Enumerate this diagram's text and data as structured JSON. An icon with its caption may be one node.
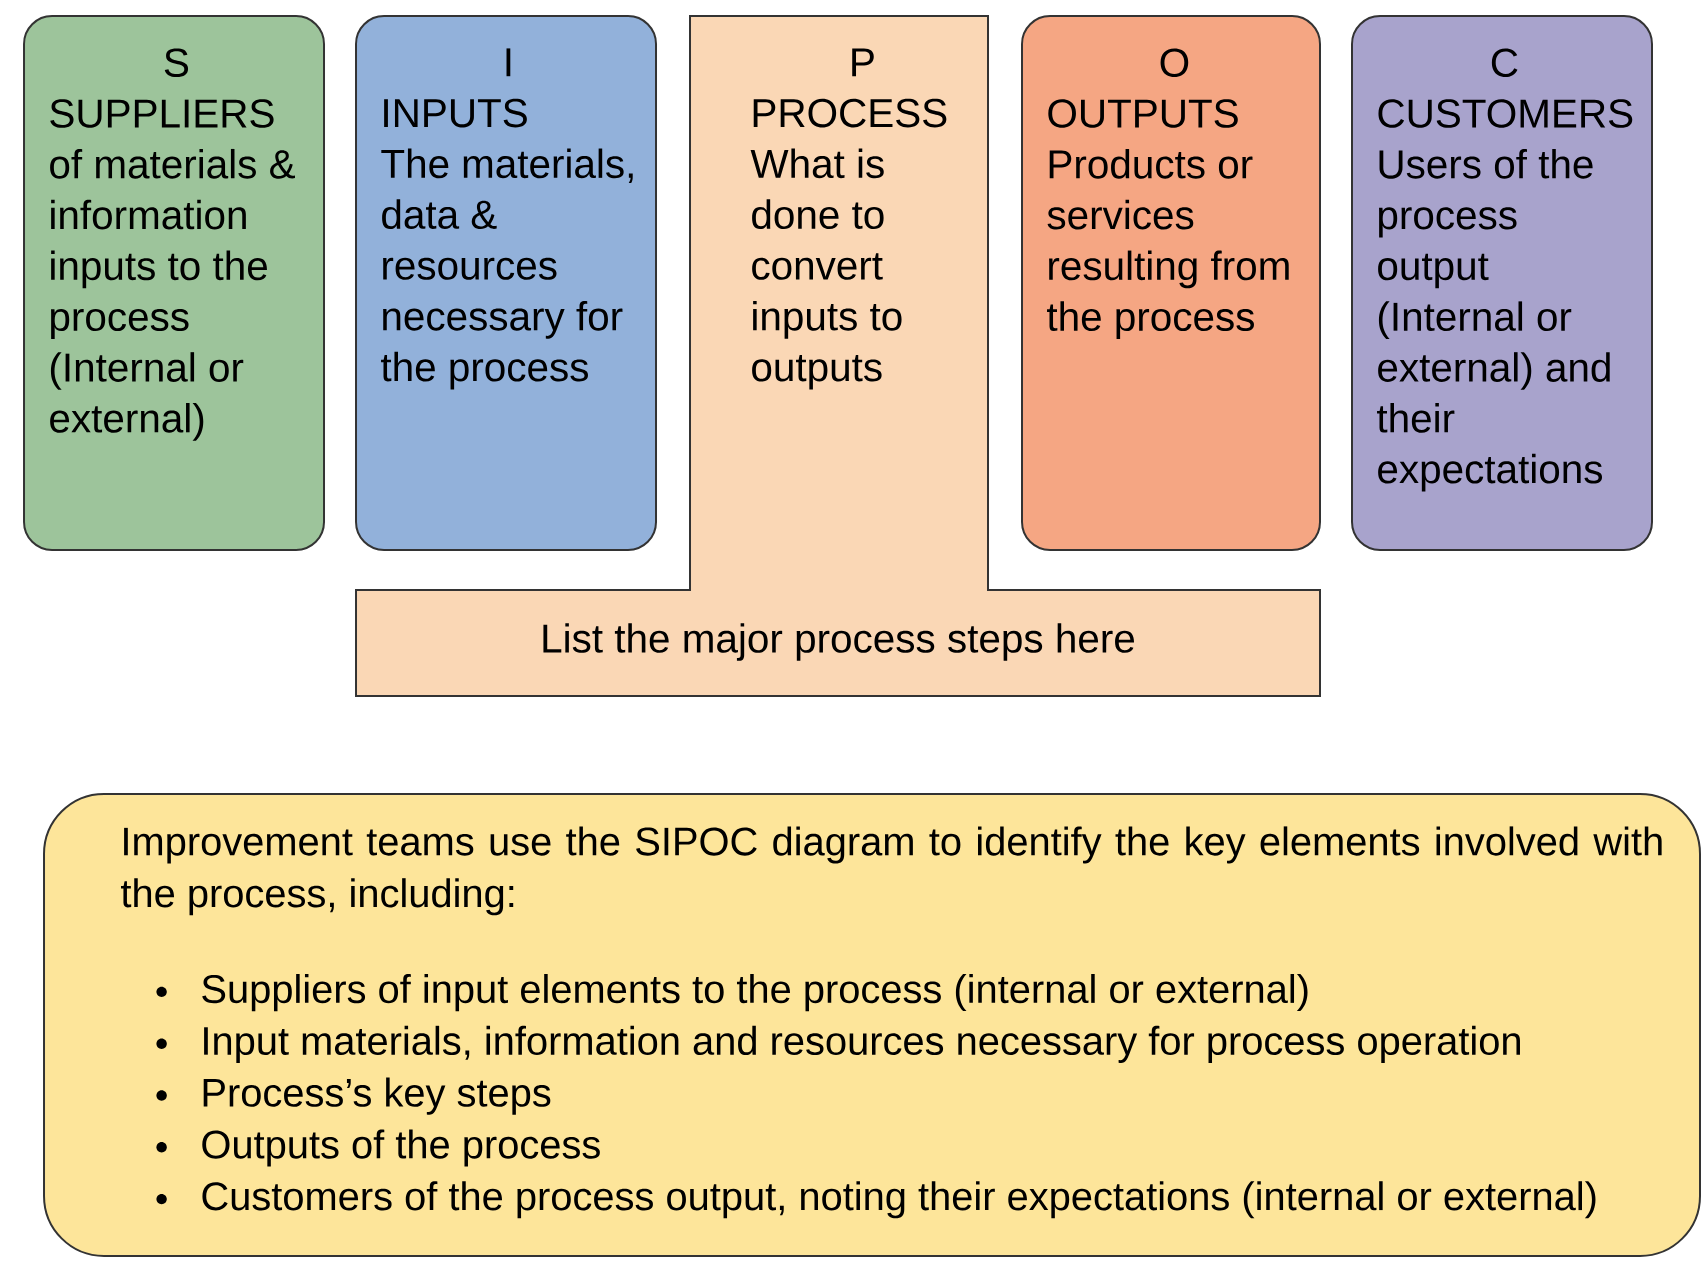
{
  "diagram": {
    "nodes": [
      {
        "text": [
          "S",
          "SUPPLIERS",
          "of materials & information inputs to the process (Internal or external)"
        ]
      },
      {
        "text": [
          "I",
          "INPUTS",
          "The materials, data & resources necessary for the process"
        ]
      },
      {
        "text": [
          "P",
          "PROCESS",
          "What is done to convert inputs to outputs",
          "List the major process steps here"
        ]
      },
      {
        "text": [
          "O",
          "OUTPUTS",
          "Products or services resulting from the process"
        ]
      },
      {
        "text": [
          "C",
          "CUSTOMERS",
          "Users of the process output (Internal or external) and their expectations"
        ]
      },
      {
        "text": [
          "Improvement teams use the SIPOC diagram to identify the key elements involved with the process, including:",
          "Suppliers of input elements to the process (internal or external)",
          "Input materials, information and resources necessary for process operation",
          "Process’s key steps",
          "Outputs of the process",
          "Customers of the process output, noting their expectations (internal or external)"
        ]
      }
    ],
    "edges": []
  }
}
